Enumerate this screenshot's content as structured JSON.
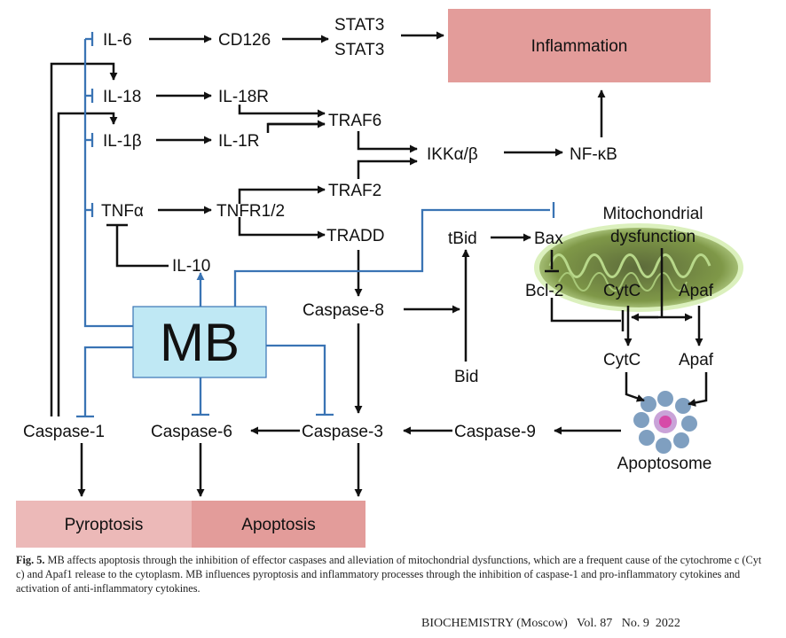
{
  "nodes": {
    "il6": "IL-6",
    "cd126": "CD126",
    "stat3_a": "STAT3",
    "stat3_b": "STAT3",
    "inflammation": "Inflammation",
    "il18": "IL-18",
    "il18r": "IL-18R",
    "traf6": "TRAF6",
    "il1b": "IL-1β",
    "il1r": "IL-1R",
    "ikk": "IKKα/β",
    "nfkb": "NF-κB",
    "traf2": "TRAF2",
    "tnfa": "TNFα",
    "tnfr": "TNFR1/2",
    "tradd": "TRADD",
    "mito_1": "Mitochondrial",
    "mito_2": "dysfunction",
    "tbid": "tBid",
    "bax": "Bax",
    "il10": "IL-10",
    "bcl2": "Bcl-2",
    "cytc_in": "CytC",
    "apaf_in": "Apaf",
    "caspase8": "Caspase-8",
    "mb": "MB",
    "cytc_out": "CytC",
    "apaf_out": "Apaf",
    "bid": "Bid",
    "caspase1": "Caspase-1",
    "caspase6": "Caspase-6",
    "caspase3": "Caspase-3",
    "caspase9": "Caspase-9",
    "apoptosome": "Apoptosome",
    "pyroptosis": "Pyroptosis",
    "apoptosis": "Apoptosis"
  },
  "caption": {
    "label": "Fig. 5.",
    "text": "MB affects apoptosis through the inhibition of effector caspases and alleviation of mitochondrial dysfunctions, which are a frequent cause of the cytochrome c (Cyt c) and Apaf1 release to the cytoplasm. MB influences pyroptosis and inflammatory processes through the inhibition of caspase-1 and pro-inflammatory cytokines and activation of anti-inflammatory cytokines."
  },
  "journal": "BIOCHEMISTRY (Moscow)   Vol. 87   No. 9  2022",
  "colors": {
    "inflammation_box": "#e39c9a",
    "pyroptosis_box": "#ecb9b8",
    "apoptosis_box": "#e39c9a",
    "mb_box": "#bfe8f4",
    "mb_lines": "#3a74b4",
    "mito": "#c8e6a0"
  }
}
